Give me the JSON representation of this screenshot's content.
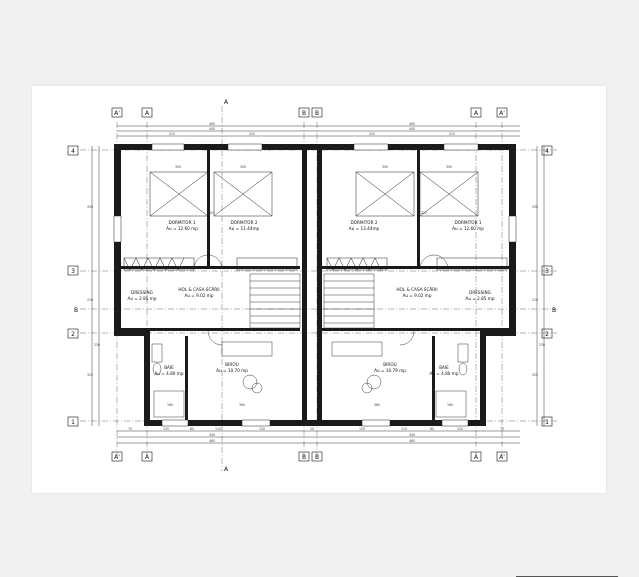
{
  "colors": {
    "sheet": "#ffffff",
    "background": "#f1f1f1",
    "ink": "#111111",
    "wall": "#1a1a1a"
  },
  "axes": {
    "top": [
      "A'",
      "A",
      "B",
      "B",
      "A",
      "A'"
    ],
    "bottom": [
      "A'",
      "A",
      "B",
      "B",
      "A",
      "A'"
    ],
    "left": [
      "4",
      "3",
      "2",
      "1"
    ],
    "right": [
      "4",
      "3",
      "2",
      "1"
    ],
    "section": [
      "B",
      "B"
    ],
    "cut": [
      "A",
      "A"
    ]
  },
  "rooms": {
    "dormitor1_left": {
      "name": "DORMITOR 1",
      "area": "Au = 12.60 mp"
    },
    "dormitor2_left": {
      "name": "DORMITOR 2",
      "area": "Au = 11.44mp"
    },
    "dormitor2_right": {
      "name": "DORMITOR 2",
      "area": "Au = 13.44mp"
    },
    "dormitor1_right": {
      "name": "DORMITOR 1",
      "area": "Au = 12.60 mp"
    },
    "dressing_left": {
      "name": "DRESSING",
      "area": "Au = 2.85 mp"
    },
    "dressing_right": {
      "name": "DRESSING",
      "area": "Au = 2.85 mp"
    },
    "hol_left": {
      "name": "HOL & CASA SCĂRII",
      "area": "Au = 9.02 mp"
    },
    "hol_right": {
      "name": "HOL & CASA SCĂRII",
      "area": "Au = 9.02 mp"
    },
    "baie_left": {
      "name": "BAIE",
      "area": "Au = 4.80 mp"
    },
    "baie_right": {
      "name": "BAIE",
      "area": "Au = 4.80 mp"
    },
    "birou_left": {
      "name": "BIROU",
      "area": "Au = 10.70 mp"
    },
    "birou_right": {
      "name": "BIROU",
      "area": "Au = 10.79 mp"
    }
  },
  "dimensions": {
    "top_total": [
      "465",
      "465"
    ],
    "top_mid": [
      "440",
      "440"
    ],
    "top_parts": [
      "215",
      "225",
      "225",
      "215"
    ],
    "bottom_parts": [
      "70",
      "120",
      "80",
      "115",
      "120",
      "20",
      "120",
      "115",
      "80",
      "120",
      "70"
    ],
    "bottom_mid": [
      "440",
      "440"
    ],
    "bottom_total": [
      "465",
      "465"
    ],
    "side_left": [
      "430",
      "210",
      "230",
      "325"
    ],
    "side_right": [
      "430",
      "210",
      "230",
      "325"
    ],
    "interior": [
      "300",
      "300",
      "300",
      "300",
      "360",
      "360",
      "160",
      "160",
      "322",
      "322"
    ]
  }
}
